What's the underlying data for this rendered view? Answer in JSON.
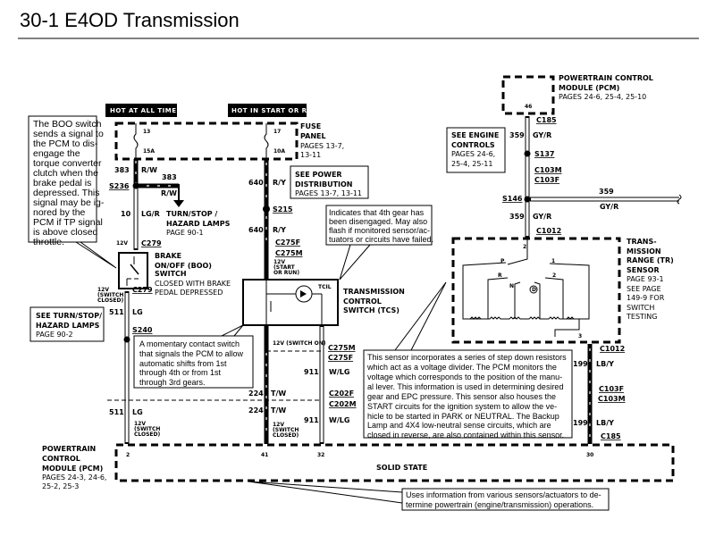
{
  "title": "30-1 E4OD Transmission",
  "power": {
    "hot_at_all_times": "HOT AT ALL TIMES",
    "hot_in_start_or_run": "HOT IN START OR RUN"
  },
  "fuse_panel": {
    "left_fuse_number": "13",
    "left_fuse_amps": "15A",
    "right_fuse_number": "17",
    "right_fuse_amps": "10A",
    "name_lines": [
      "FUSE",
      "PANEL"
    ],
    "pages_lines": [
      "PAGES  13-7,",
      "13-11"
    ]
  },
  "boo_callout": [
    "The BOO switch",
    "sends a signal to",
    "the PCM to dis-",
    "engage          the",
    "torque converter",
    "clutch when the",
    "brake pedal is",
    "depressed.  This",
    "signal may be ig-",
    "nored   by   the",
    "PCM if TP signal",
    "is above closed",
    "throttle."
  ],
  "left_circuit": {
    "c383": "383",
    "c383_color": "R/W",
    "splice_s236": "S236",
    "branch_circuit": "383",
    "branch_color": "R/W",
    "c10": "10",
    "c10_color": "LG/R",
    "turn_lamps": [
      "TURN/STOP /",
      "HAZARD  LAMPS",
      "PAGE 90-1"
    ],
    "volt_top": "12V",
    "connector_c279_top": "C279",
    "brake_switch": [
      "BRAKE",
      "ON/OFF  (BOO)",
      "SWITCH",
      "CLOSED WITH BRAKE",
      "PEDAL DEPRESSED"
    ],
    "volt_closed": [
      "12V",
      "(SWITCH",
      "CLOSED)"
    ],
    "connector_c279_bottom": "C279",
    "c511": "511",
    "c511_color": "LG",
    "splice_s240": "S240",
    "c511_lower": "511",
    "c511_lower_color": "LG",
    "volt_closed_lower": [
      "12V",
      "(SWITCH",
      "CLOSED)"
    ]
  },
  "see_turn_box": [
    "SEE  TURN/STOP/",
    "HAZARD  LAMPS",
    "PAGE 90-2"
  ],
  "momentary_callout": [
    "A momentary contact switch",
    "that signals the PCM to allow",
    "automatic   shifts   from   1st",
    "through   4th   or   from   1st",
    "through 3rd gears."
  ],
  "center_circuit": {
    "c640": "640",
    "c640_color": "R/Y",
    "splice_s215": "S215",
    "c640_lower": "640",
    "c640_lower_color": "R/Y",
    "c275f": "C275F",
    "c275m": "C275M",
    "volt_start_run": [
      "12V",
      "(START",
      "OR RUN)"
    ],
    "tcil": "TCIL",
    "tcs_name": [
      "TRANSMISSION",
      "CONTROL",
      "SWITCH  (TCS)"
    ],
    "volt_switch_on": "12V (SWITCH ON)",
    "c275m_lower": "C275M",
    "c275f_lower": "C275F",
    "c911": "911",
    "c911_color": "W/LG",
    "c224": "224",
    "c224_color": "T/W",
    "c202f": "C202F",
    "c202m": "C202M",
    "c224_lower": "224",
    "c224_lower_color": "T/W",
    "c911_lower": "911",
    "c911_lower_color": "W/LG",
    "volt_closed": [
      "12V",
      "(SWITCH",
      "CLOSED)"
    ]
  },
  "see_power_box": [
    "SEE  POWER",
    "DISTRIBUTION",
    "PAGES  13-7,  13-11"
  ],
  "fourth_gear_callout": [
    "Indicates that 4th gear has",
    "been  disengaged.  May also",
    "flash if monitored sensor/ac-",
    "tuators or circuits have failed."
  ],
  "top_pcm": {
    "pin": "46",
    "name_lines": [
      "POWERTRAIN  CONTROL",
      "MODULE  (PCM)"
    ],
    "pages": "PAGES  24-6,  25-4,  25-10"
  },
  "right_circuit": {
    "c185": "C185",
    "c359": "359",
    "c359_color": "GY/R",
    "splice_s137": "S137",
    "c103m": "C103M",
    "c103f": "C103F",
    "splice_s146": "S146",
    "branch_circuit": "359",
    "branch_color": "GY/R",
    "c359_lower": "359",
    "c359_lower_color": "GY/R",
    "c1012": "C1012",
    "c1012_lower": "C1012",
    "c199": "199",
    "c199_color": "LB/Y",
    "c103f_lower": "C103F",
    "c103m_lower": "C103M",
    "c199_lower": "199",
    "c199_lower_color": "LB/Y",
    "c185_lower": "C185"
  },
  "see_engine_box": [
    "SEE  ENGINE",
    "CONTROLS",
    "PAGES  24-6,",
    "25-4,  25-11"
  ],
  "tr_sensor": {
    "pin_top": "2",
    "pin_bottom": "3",
    "positions": [
      "P",
      "R",
      "N",
      "D",
      "2",
      "1"
    ],
    "name_lines": [
      "TRANS-",
      "MISSION",
      "RANGE  (TR)",
      "SENSOR",
      "PAGE  93-1",
      "SEE  PAGE",
      "149-9  FOR",
      "SWITCH",
      "TESTING"
    ]
  },
  "sensor_callout": [
    "This sensor incorporates a series of step down resistors",
    "which act as a voltage divider.  The PCM monitors the",
    "voltage which corresponds to the position of the manu-",
    "al lever.  This information is used in determining desired",
    "gear and EPC pressure.  This sensor also houses the",
    "START circuits for the ignition system to allow the ve-",
    "hicle to be started in PARK or NEUTRAL.  The Backup",
    "Lamp and 4X4 low-neutral sense circuits, which are",
    "closed in reverse, are also contained within this sensor."
  ],
  "bottom_pcm": {
    "name_lines": [
      "POWERTRAIN",
      "CONTROL",
      "MODULE  (PCM)",
      "PAGES  24-3,  24-6,",
      "25-2,  25-3"
    ],
    "pins": [
      "2",
      "41",
      "32",
      "30"
    ],
    "solid_state": "SOLID STATE"
  },
  "pcm_callout": [
    "Uses information from various sensors/actuators to de-",
    "termine powertrain (engine/transmission) operations."
  ]
}
